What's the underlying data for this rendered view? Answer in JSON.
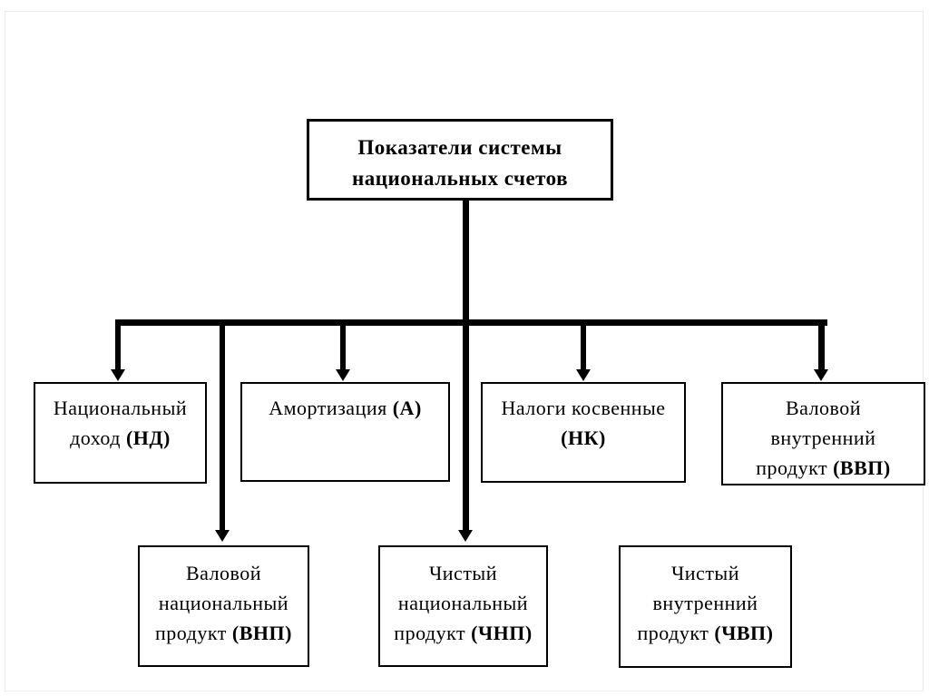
{
  "diagram": {
    "title": "Показатели системы национальных счетов",
    "root": {
      "line1": "Показатели системы",
      "line2": "национальных счетов"
    },
    "nodes": {
      "nd": {
        "l1": "Национальный",
        "l2_pre": "доход ",
        "l2_abbr": "(НД)"
      },
      "a": {
        "l1_pre": "Амортизация ",
        "l1_abbr": "(А)"
      },
      "nk": {
        "l1": "Налоги косвенные",
        "l2_abbr": "(НК)"
      },
      "vvp": {
        "l1": "Валовой",
        "l2": "внутренний",
        "l3_pre": "продукт ",
        "l3_abbr": "(ВВП)"
      },
      "vnp": {
        "l1": "Валовой",
        "l2": "национальный",
        "l3_pre": "продукт ",
        "l3_abbr": "(ВНП)"
      },
      "chnp": {
        "l1": "Чистый",
        "l2": "национальный",
        "l3_pre": "продукт ",
        "l3_abbr": "(ЧНП)"
      },
      "chvp": {
        "l1": "Чистый",
        "l2": "внутренний",
        "l3_pre": "продукт ",
        "l3_abbr": "(ЧВП)"
      }
    },
    "colors": {
      "line": "#000000",
      "background": "#ffffff",
      "frame": "#ececec"
    }
  }
}
